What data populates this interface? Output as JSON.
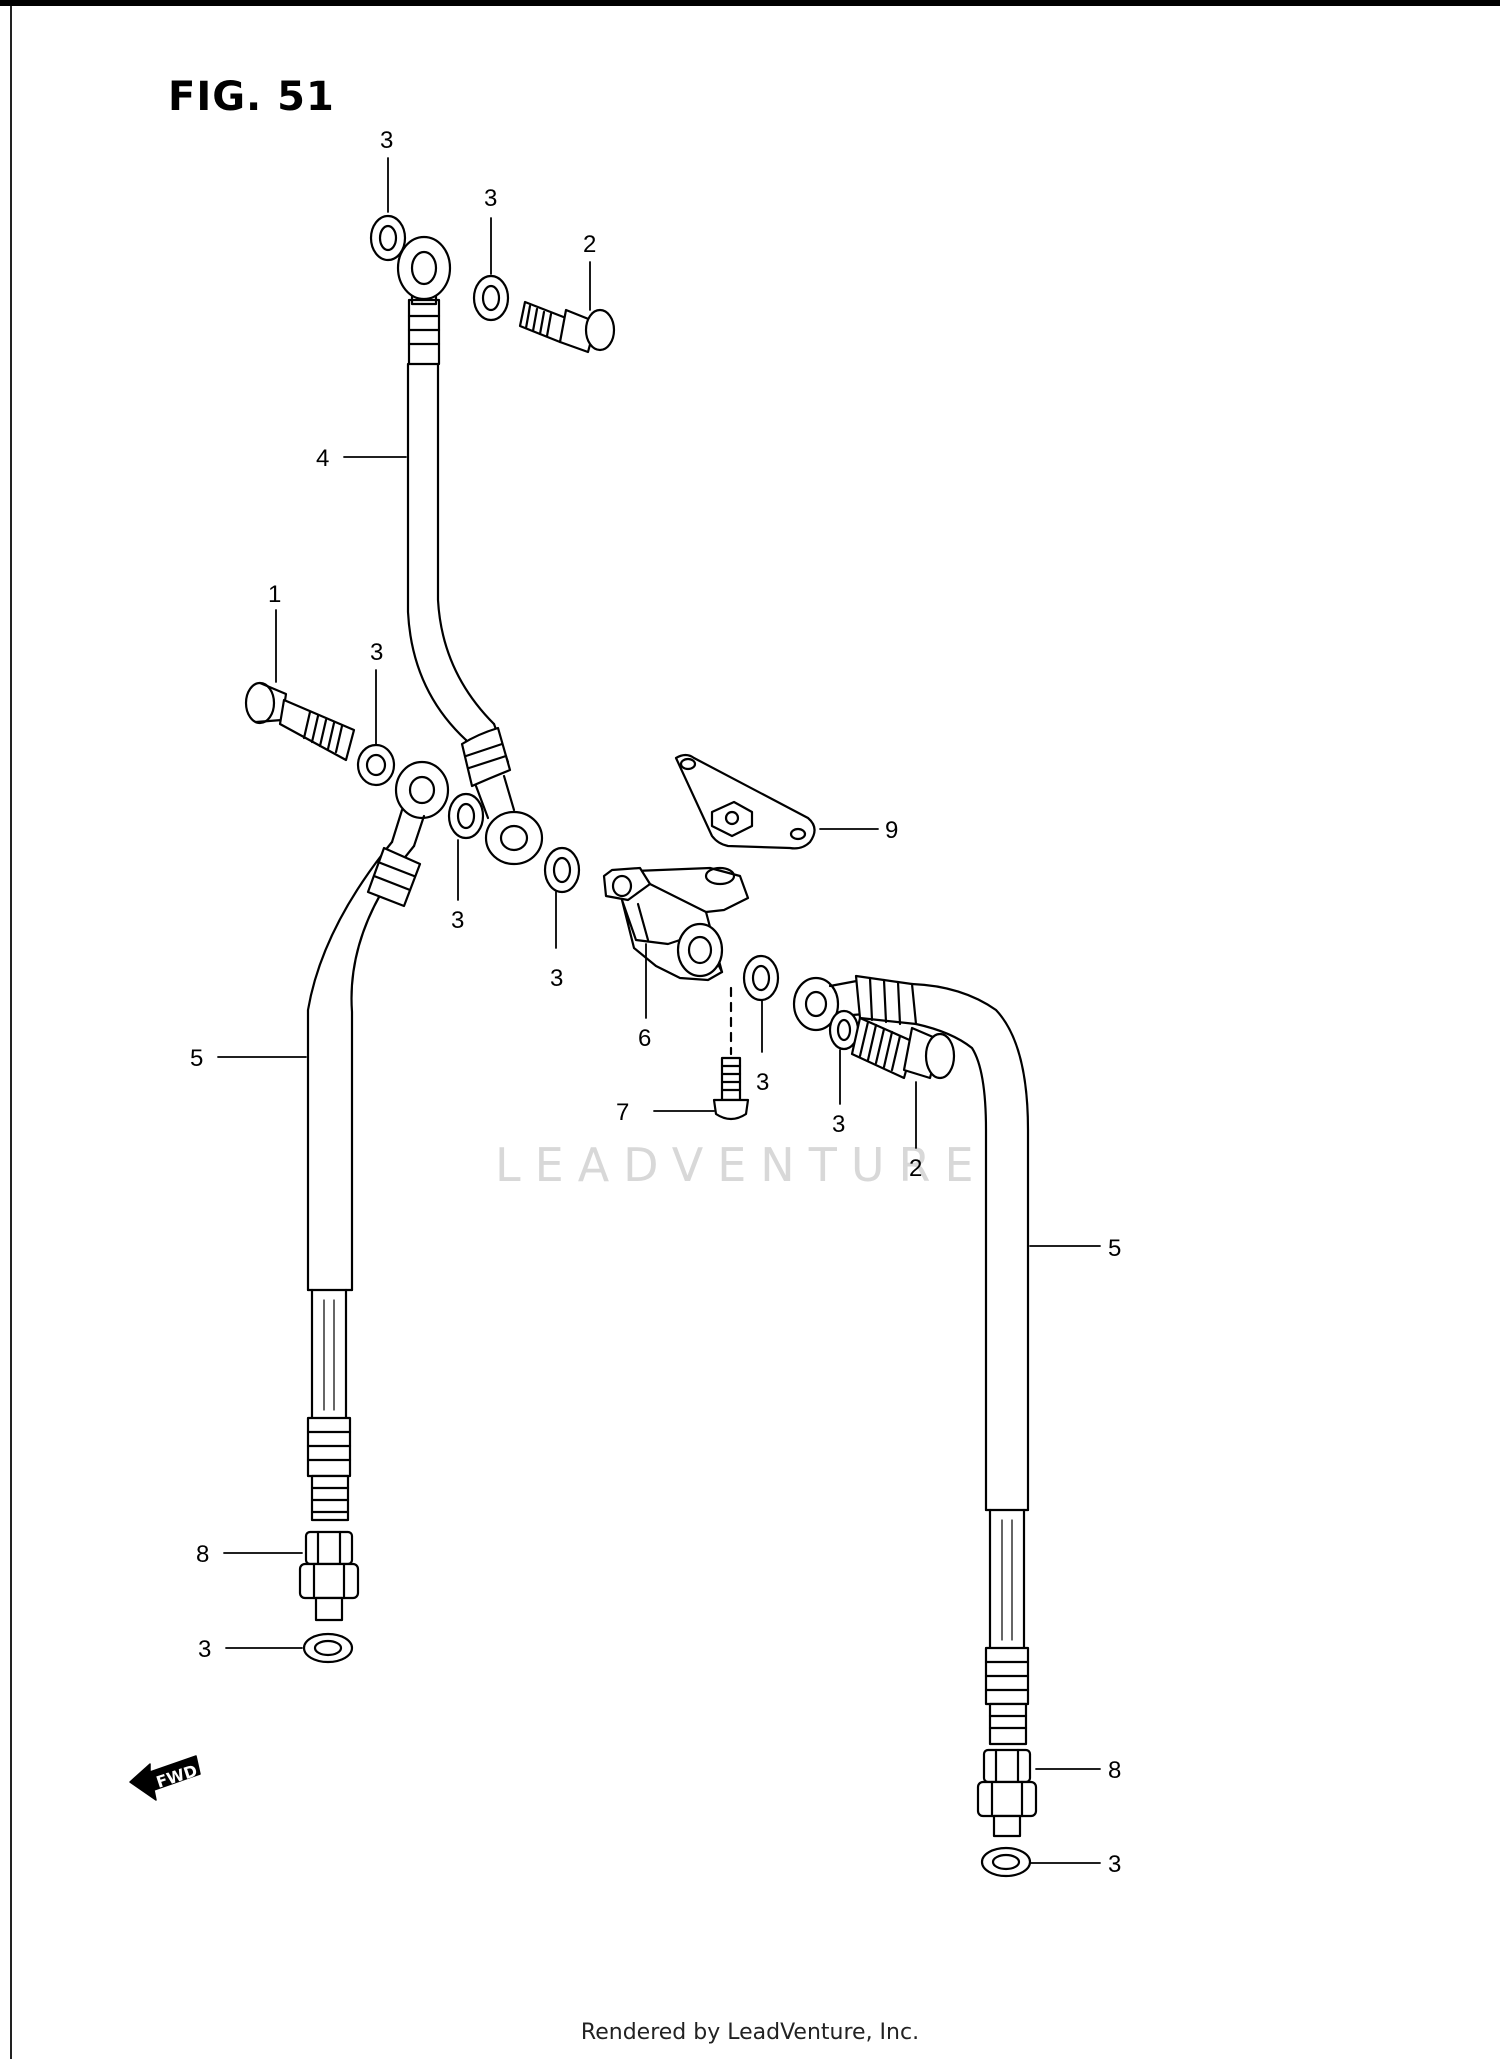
{
  "figure": {
    "title": "FIG. 51"
  },
  "callouts": {
    "washer_top_left": "3",
    "washer_top_right": "3",
    "bolt_top": "2",
    "hose_upper": "4",
    "bolt_left": "1",
    "washer_left": "3",
    "washer_mid_a": "3",
    "washer_mid_b": "3",
    "bracket": "9",
    "joint": "6",
    "washer_joint": "3",
    "washer_right_fitting": "3",
    "bolt_right": "2",
    "screw": "7",
    "hose_left": "5",
    "hose_right": "5",
    "banjo_left": "8",
    "washer_bottom_left": "3",
    "banjo_right": "8",
    "washer_bottom_right": "3"
  },
  "fwd_arrow": {
    "label": "FWD"
  },
  "watermark": "LEADVENTURE",
  "footer": "Rendered by LeadVenture, Inc."
}
